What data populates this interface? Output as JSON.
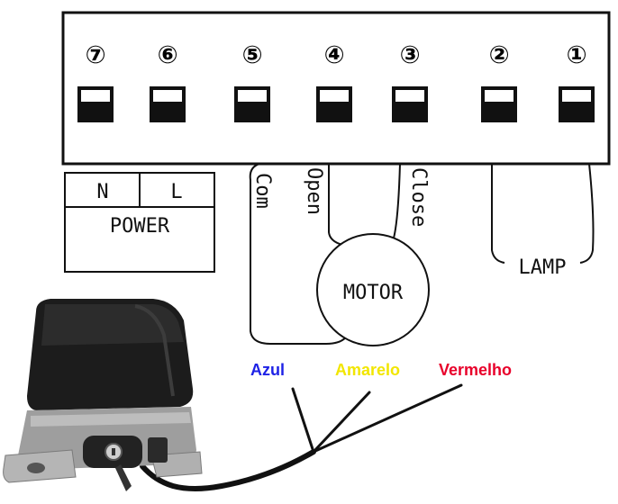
{
  "terminals": [
    {
      "number": "⑦"
    },
    {
      "number": "⑥"
    },
    {
      "number": "⑤"
    },
    {
      "number": "④"
    },
    {
      "number": "③"
    },
    {
      "number": "②"
    },
    {
      "number": "①"
    }
  ],
  "power": {
    "neutral": "N",
    "line": "L",
    "label": "POWER"
  },
  "motor": {
    "label": "MOTOR",
    "com": "Com",
    "open": "Open",
    "close": "Close"
  },
  "lamp": {
    "label": "LAMP"
  },
  "wires": [
    {
      "label": "Azul",
      "color": "#1e22e6"
    },
    {
      "label": "Amarelo",
      "color": "#f2e600"
    },
    {
      "label": "Vermelho",
      "color": "#e8002a"
    }
  ],
  "colors": {
    "line": "#111111",
    "switch": "#111111",
    "motor_body": "#1a1a1a",
    "motor_base": "#9a9a9a"
  }
}
